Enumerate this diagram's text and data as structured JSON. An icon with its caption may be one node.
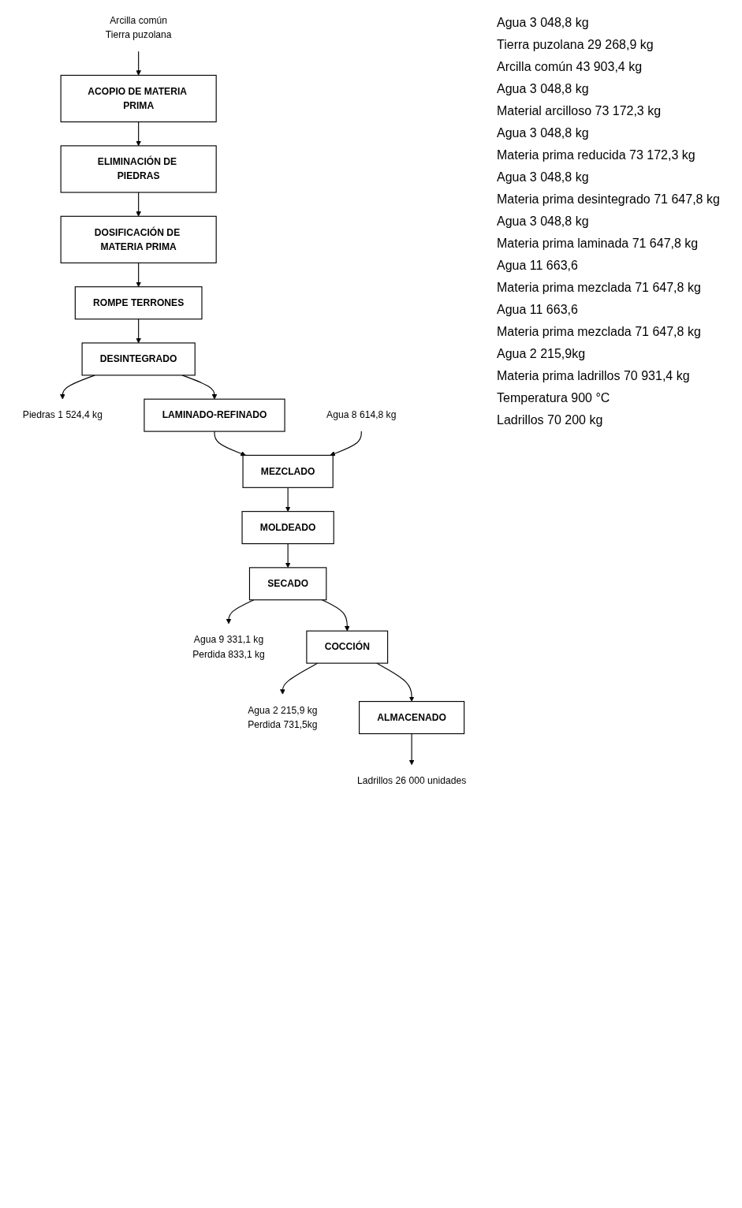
{
  "diagram": {
    "nodes": [
      {
        "text": [
          "Arcilla común",
          "Tierra puzolana"
        ]
      },
      {
        "text": [
          "ACOPIO DE MATERIA PRIMA"
        ]
      },
      {
        "text": [
          "ELIMINACIÓN DE PIEDRAS"
        ]
      },
      {
        "text": [
          "DOSIFICACIÓN DE MATERIA PRIMA"
        ]
      },
      {
        "text": [
          "ROMPE TERRONES"
        ]
      },
      {
        "text": [
          "DESINTEGRADO"
        ]
      },
      {
        "text": [
          "Piedras 1 524,4 kg"
        ]
      },
      {
        "text": [
          "LAMINADO-REFINADO"
        ]
      },
      {
        "text": [
          "Agua 8 614,8 kg"
        ]
      },
      {
        "text": [
          "MEZCLADO"
        ]
      },
      {
        "text": [
          "MOLDEADO"
        ]
      },
      {
        "text": [
          "SECADO"
        ]
      },
      {
        "text": [
          "Agua 9 331,1 kg",
          "Perdida 833,1 kg"
        ]
      },
      {
        "text": [
          "COCCIÓN"
        ]
      },
      {
        "text": [
          "Agua 2 215,9 kg",
          "Perdida 731,5kg"
        ]
      },
      {
        "text": [
          "ALMACENADO"
        ]
      },
      {
        "text": [
          "Ladrillos 26 000 unidades"
        ]
      }
    ],
    "edges": [
      {
        "from": 0,
        "to": 1,
        "arrow": "to"
      },
      {
        "from": 1,
        "to": 2,
        "arrow": "to"
      },
      {
        "from": 2,
        "to": 3,
        "arrow": "to"
      },
      {
        "from": 3,
        "to": 4,
        "arrow": "to"
      },
      {
        "from": 4,
        "to": 5,
        "arrow": "to"
      },
      {
        "from": 5,
        "to": 6,
        "arrow": "to"
      },
      {
        "from": 5,
        "to": 7,
        "arrow": "to"
      },
      {
        "from": 7,
        "to": 9,
        "arrow": "to"
      },
      {
        "from": 8,
        "to": 9,
        "arrow": "to"
      },
      {
        "from": 9,
        "to": 10,
        "arrow": "to"
      },
      {
        "from": 10,
        "to": 11,
        "arrow": "to"
      },
      {
        "from": 11,
        "to": 12,
        "arrow": "to"
      },
      {
        "from": 11,
        "to": 13,
        "arrow": "to"
      },
      {
        "from": 13,
        "to": 14,
        "arrow": "to"
      },
      {
        "from": 13,
        "to": 15,
        "arrow": "to"
      },
      {
        "from": 15,
        "to": 16,
        "arrow": "to"
      }
    ],
    "labels": [
      "Agua 3 048,8 kg",
      "Tierra puzolana 29 268,9 kg",
      "Arcilla común 43 903,4 kg",
      "Agua 3 048,8 kg",
      "Material arcilloso 73 172,3 kg",
      "Agua 3 048,8 kg",
      "Materia prima reducida 73 172,3 kg",
      "Agua 3 048,8 kg",
      "Materia prima desintegrado 71 647,8 kg",
      "Agua 3 048,8 kg",
      "Materia prima laminada 71 647,8 kg",
      "Agua 11 663,6",
      "Materia prima mezclada 71 647,8 kg",
      "Agua 11 663,6",
      "Materia prima mezclada 71 647,8 kg",
      "Agua 2 215,9kg",
      "Materia prima ladrillos 70 931,4 kg",
      "Temperatura 900 °C",
      "Ladrillos 70 200 kg"
    ]
  }
}
